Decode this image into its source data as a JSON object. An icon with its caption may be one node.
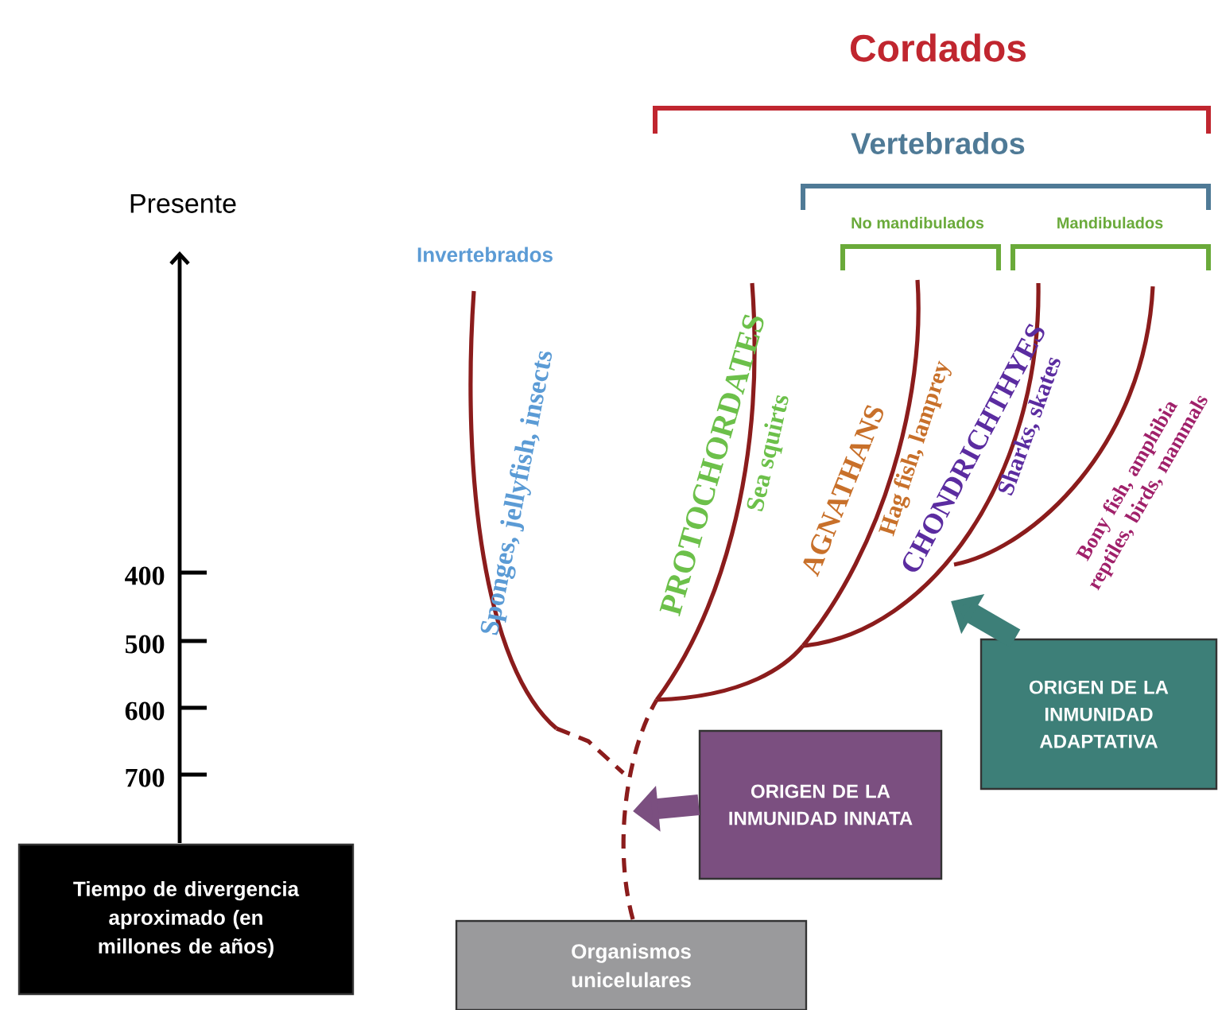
{
  "diagram": {
    "nodes": [
      {
        "text": [
          "Tiempo de divergencia aproximado (en millones de años)"
        ]
      },
      {
        "text": [
          "Organismos unicelulares"
        ]
      },
      {
        "text": [
          "ORIGEN DE LA INMUNIDAD INNATA"
        ]
      },
      {
        "text": [
          "ORIGEN DE LA INMUNIDAD ADAPTATIVA"
        ]
      }
    ],
    "edges": [
      {
        "from": 2,
        "to": null,
        "arrow": "to"
      },
      {
        "from": 3,
        "to": null,
        "arrow": "to"
      }
    ],
    "labels": [
      "Cordados",
      "Vertebrados",
      "No mandibulados",
      "Mandibulados",
      "Presente",
      "Invertebrados",
      "Sponges, jellyfish, insects",
      "PROTOCHORDATES",
      "Sea squirts",
      "AGNATHANS",
      "Hag fish, lamprey",
      "CHONDRICHTHYES",
      "Sharks, skates",
      "Bony fish, amphibia reptiles, birds, mammals",
      "400",
      "500",
      "600",
      "700"
    ]
  }
}
